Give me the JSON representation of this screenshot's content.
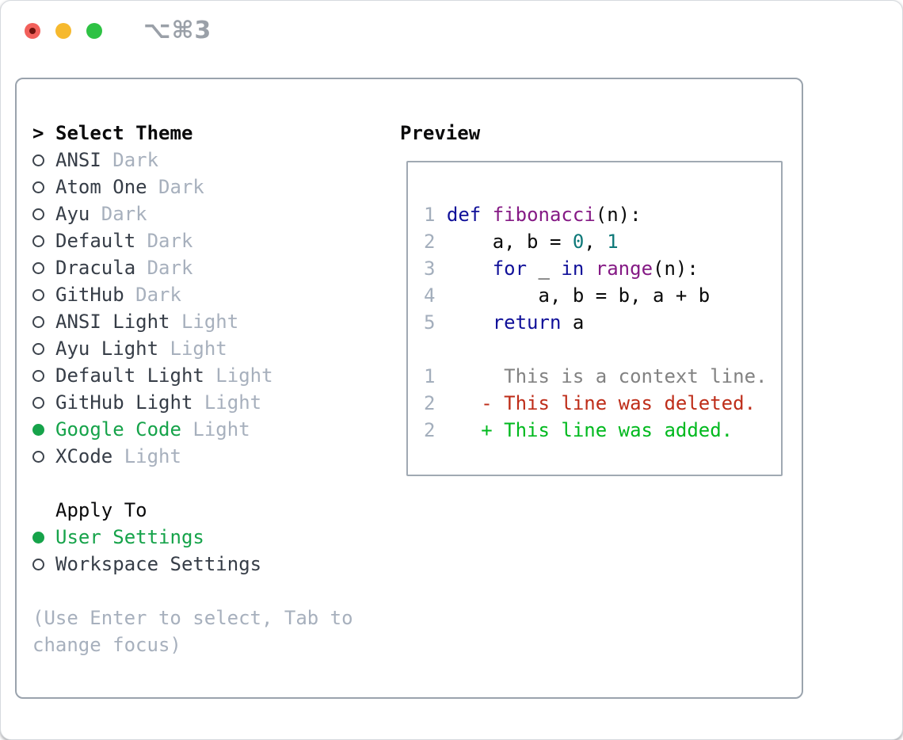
{
  "window": {
    "title": "⌥⌘3"
  },
  "colors": {
    "traffic_red": "#f2605b",
    "traffic_red_inner": "#6e120c",
    "traffic_yellow": "#f6b92e",
    "traffic_green": "#2ec244",
    "accent_green": "#16a34a",
    "text_dark": "#363d47",
    "text_muted": "#a7b0bd",
    "heading": "#0a0a0b",
    "circle_outline": "#3d444d"
  },
  "theme_panel": {
    "header": {
      "prompt": ">",
      "label": "Select Theme"
    },
    "themes": [
      {
        "name": "ANSI",
        "variant": "Dark",
        "selected": false
      },
      {
        "name": "Atom One",
        "variant": "Dark",
        "selected": false
      },
      {
        "name": "Ayu",
        "variant": "Dark",
        "selected": false
      },
      {
        "name": "Default",
        "variant": "Dark",
        "selected": false
      },
      {
        "name": "Dracula",
        "variant": "Dark",
        "selected": false
      },
      {
        "name": "GitHub",
        "variant": "Dark",
        "selected": false
      },
      {
        "name": "ANSI Light",
        "variant": "Light",
        "selected": false
      },
      {
        "name": "Ayu Light",
        "variant": "Light",
        "selected": false
      },
      {
        "name": "Default Light",
        "variant": "Light",
        "selected": false
      },
      {
        "name": "GitHub Light",
        "variant": "Light",
        "selected": false
      },
      {
        "name": "Google Code",
        "variant": "Light",
        "selected": true
      },
      {
        "name": "XCode",
        "variant": "Light",
        "selected": false
      }
    ],
    "apply": {
      "label": "Apply To",
      "options": [
        {
          "name": "User Settings",
          "selected": true
        },
        {
          "name": "Workspace Settings",
          "selected": false
        }
      ]
    },
    "hint_lines": [
      "(Use Enter to select, Tab to",
      "change focus)"
    ]
  },
  "preview": {
    "label": "Preview",
    "token_styles": {
      "lineno": "#a3aebc",
      "plain": "#0a0a0a",
      "keyword": "#101099",
      "type": "#851a85",
      "literal": "#0d7878",
      "context": "#828282",
      "deleted": "#be2d19",
      "added": "#00b91e"
    },
    "lines": [
      [
        [
          "lineno",
          "1"
        ],
        [
          "plain",
          " "
        ],
        [
          "keyword",
          "def"
        ],
        [
          "plain",
          " "
        ],
        [
          "type",
          "fibonacci"
        ],
        [
          "plain",
          "(n):"
        ]
      ],
      [
        [
          "lineno",
          "2"
        ],
        [
          "plain",
          "     a, b = "
        ],
        [
          "literal",
          "0"
        ],
        [
          "plain",
          ", "
        ],
        [
          "literal",
          "1"
        ]
      ],
      [
        [
          "lineno",
          "3"
        ],
        [
          "plain",
          "     "
        ],
        [
          "keyword",
          "for"
        ],
        [
          "plain",
          " _ "
        ],
        [
          "keyword",
          "in"
        ],
        [
          "plain",
          " "
        ],
        [
          "type",
          "range"
        ],
        [
          "plain",
          "(n):"
        ]
      ],
      [
        [
          "lineno",
          "4"
        ],
        [
          "plain",
          "         a, b = b, a + b"
        ]
      ],
      [
        [
          "lineno",
          "5"
        ],
        [
          "plain",
          "     "
        ],
        [
          "keyword",
          "return"
        ],
        [
          "plain",
          " a"
        ]
      ],
      [],
      [
        [
          "lineno",
          "1"
        ],
        [
          "context",
          "      This is a context line."
        ]
      ],
      [
        [
          "lineno",
          "2"
        ],
        [
          "plain",
          "    "
        ],
        [
          "deleted",
          "- This line was deleted."
        ]
      ],
      [
        [
          "lineno",
          "2"
        ],
        [
          "plain",
          "    "
        ],
        [
          "added",
          "+ This line was added."
        ]
      ]
    ]
  }
}
